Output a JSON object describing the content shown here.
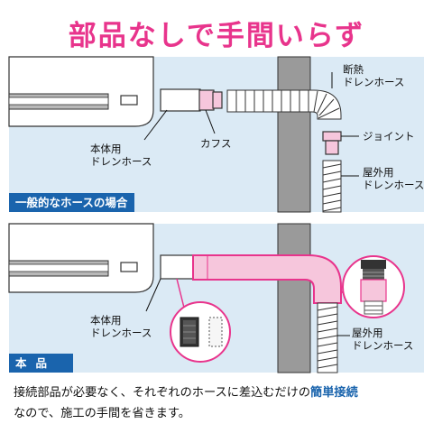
{
  "title": "部品なしで手間いらず",
  "top_panel": {
    "badge": "一般的なホースの場合",
    "labels": {
      "insulated_hose_line1": "断熱",
      "insulated_hose_line2": "ドレンホース",
      "joint": "ジョイント",
      "cuffs": "カフス",
      "unit_hose_line1": "本体用",
      "unit_hose_line2": "ドレンホース",
      "outdoor_hose_line1": "屋外用",
      "outdoor_hose_line2": "ドレンホース"
    }
  },
  "bottom_panel": {
    "badge": "本品",
    "labels": {
      "unit_hose_line1": "本体用",
      "unit_hose_line2": "ドレンホース",
      "outdoor_hose_line1": "屋外用",
      "outdoor_hose_line2": "ドレンホース"
    }
  },
  "caption": {
    "line1_text": "接続部品が必要なく、それぞれのホースに差込むだけの",
    "line1_highlight": "簡単接続",
    "line2_text": "なので、施工の手間を省きます。"
  },
  "colors": {
    "title": "#e8348c",
    "panel_bg": "#dbeaf5",
    "badge_bg": "#1a64ad",
    "pink_fill": "#f6c6dc",
    "pink_stroke": "#e8348c",
    "wall": "#9a9a9a"
  }
}
